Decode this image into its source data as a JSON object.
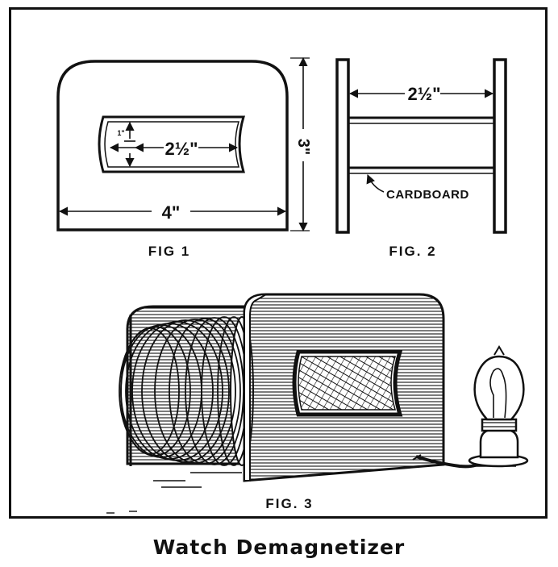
{
  "fig1": {
    "label": "FIG 1",
    "width_dim": "4\"",
    "height_dim": "3\"",
    "window_dim": "2½\"",
    "small_dim": "1\""
  },
  "fig2": {
    "label": "FIG. 2",
    "length_dim": "2½\"",
    "material_label": "CARDBOARD"
  },
  "fig3": {
    "label": "FIG. 3"
  },
  "caption": "Watch Demagnetizer"
}
